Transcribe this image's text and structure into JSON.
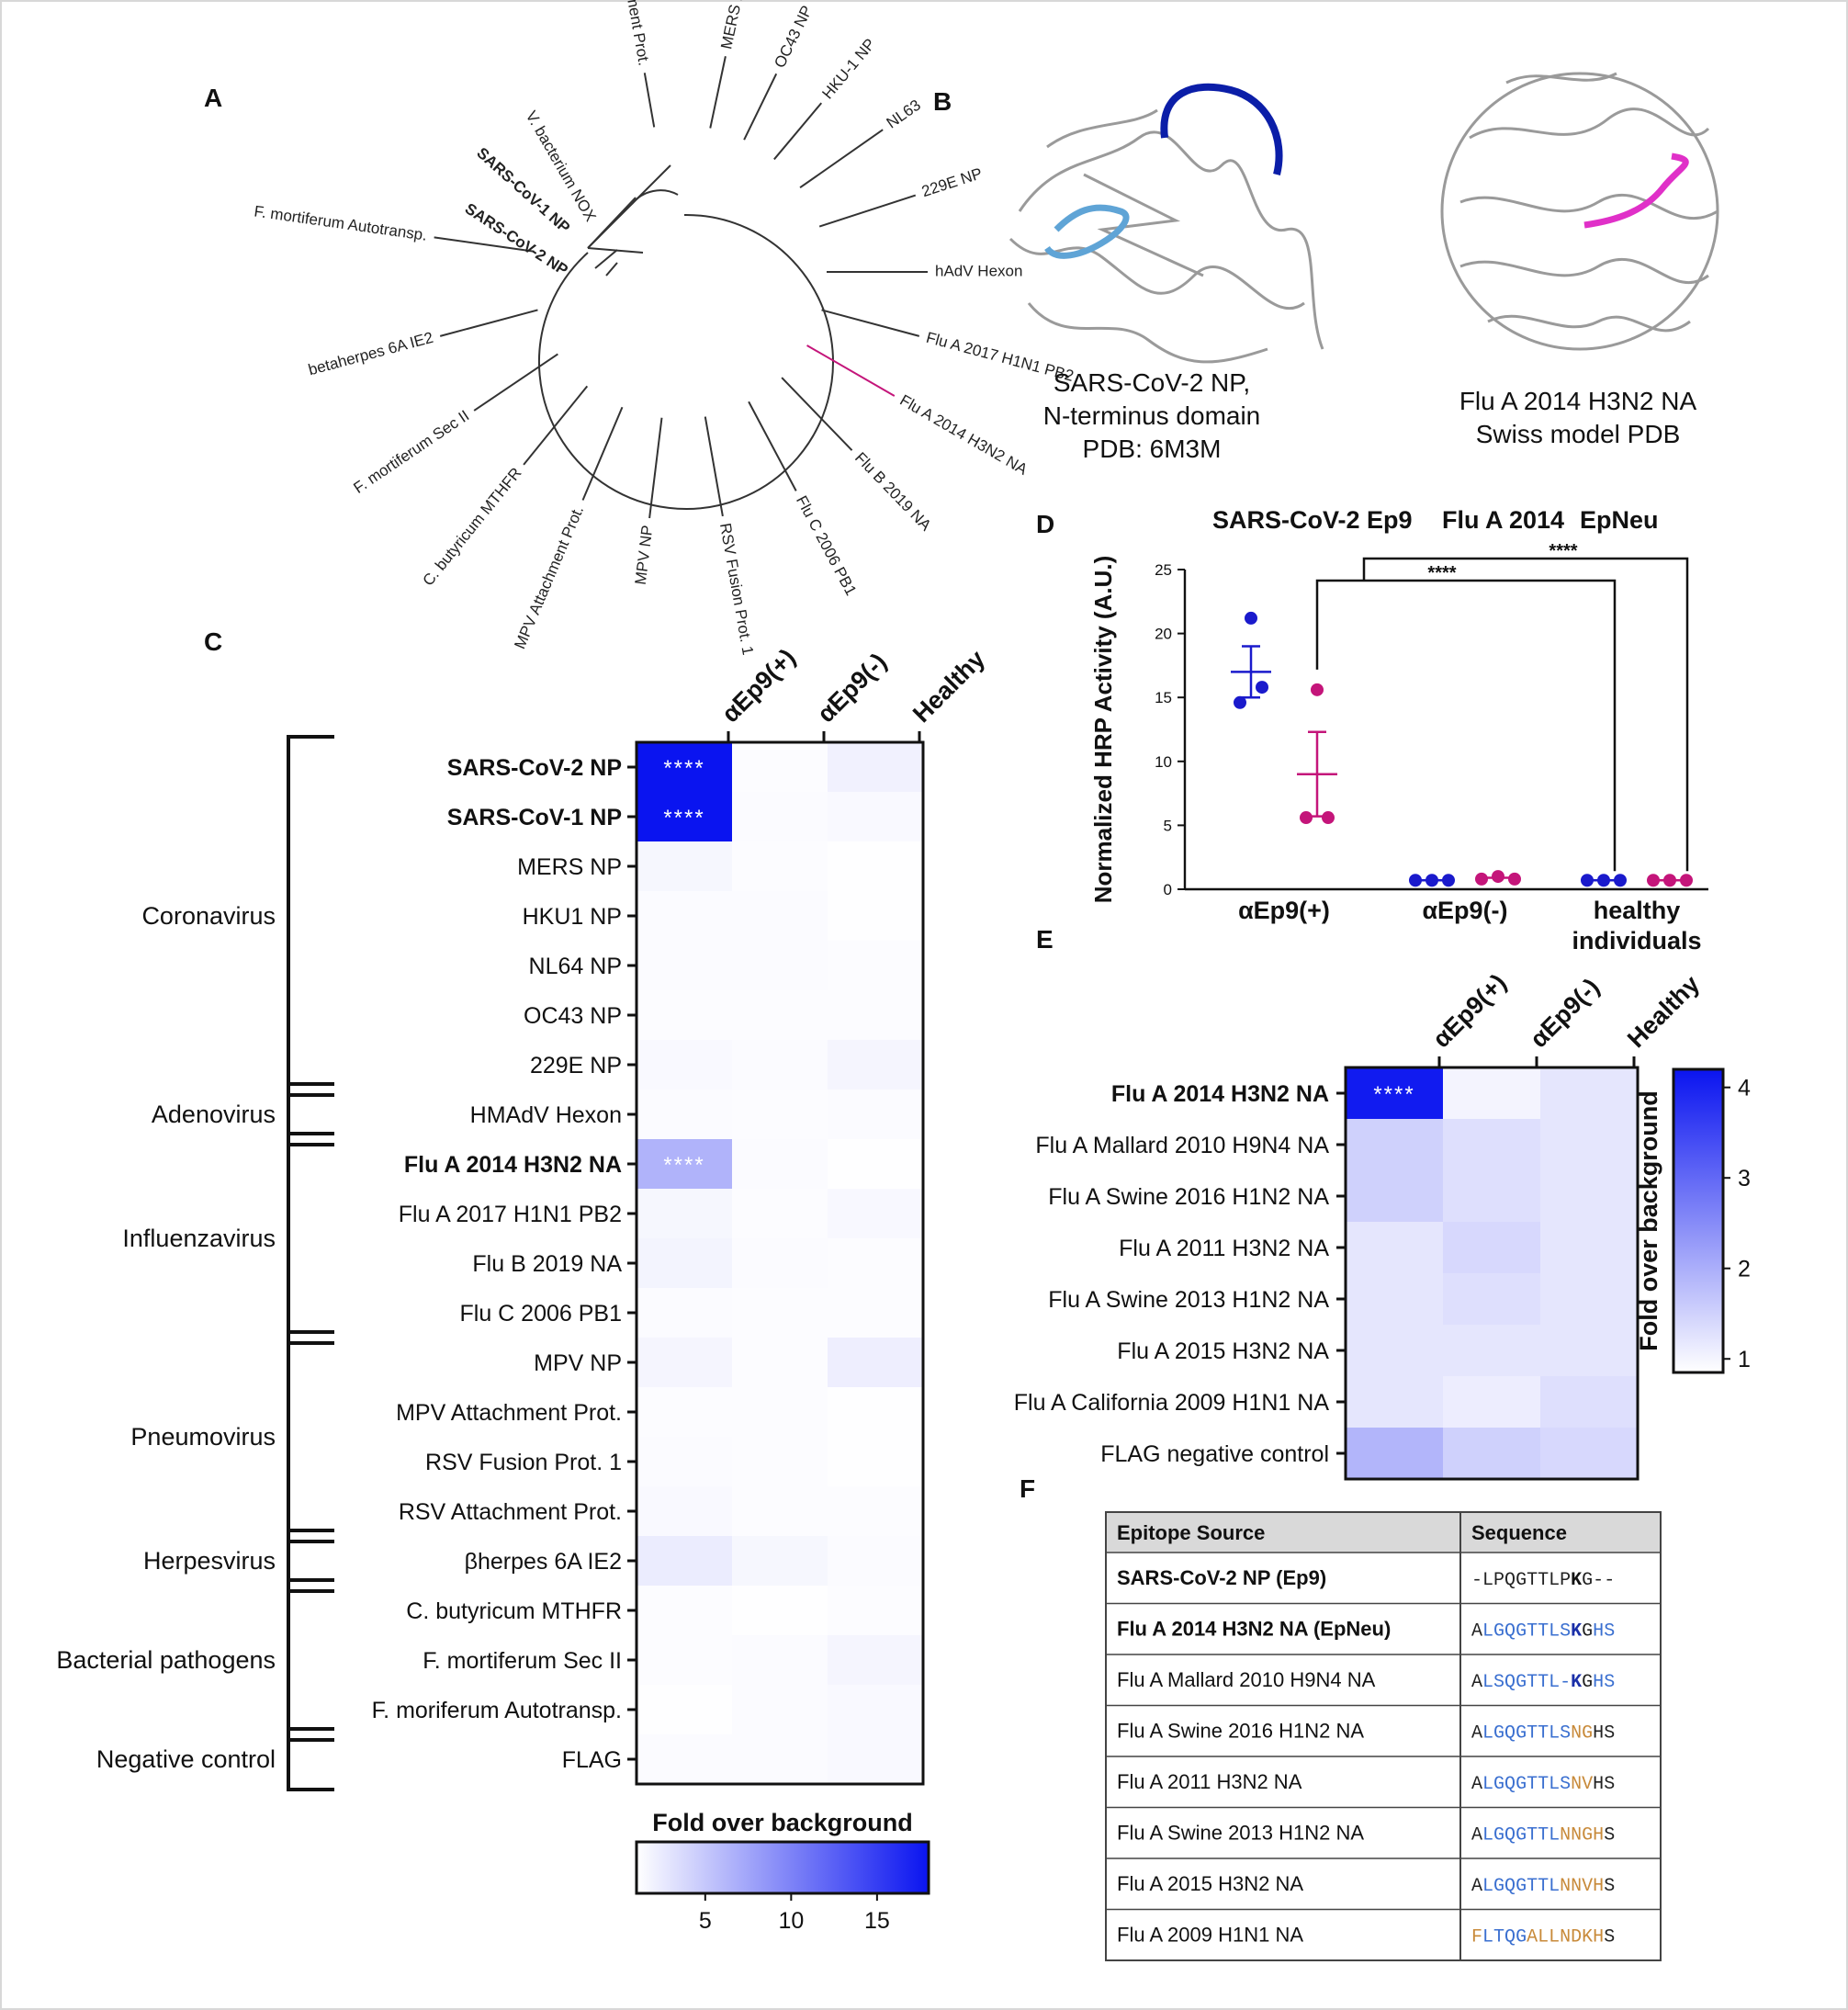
{
  "panels": {
    "a": "A",
    "b": "B",
    "c": "C",
    "d": "D",
    "e": "E",
    "f": "F"
  },
  "colors": {
    "sars2": "#1a1acc",
    "sars1": "#2b8a2b",
    "flu2014": "#c4157a",
    "heat_max": "#0a14f0",
    "heat_min": "#ffffff",
    "ep_blue": "#3a6fd0",
    "ep_orange": "#c88a3a"
  },
  "tree": {
    "labels": {
      "rsv_att": "RSV Attachment Prot.",
      "mers": "MERS NP",
      "oc43": "OC43 NP",
      "hku1": "HKU-1 NP",
      "nl63": "NL63",
      "e229": "229E NP",
      "hadv": "hAdV Hexon",
      "fluA2017": "Flu A 2017 H1N1 PB2",
      "fluA2014": "Flu A 2014 H3N2 NA",
      "fluB": "Flu B 2019 NA",
      "fluC": "Flu C 2006 PB1",
      "rsv_fus": "RSV Fusion Prot. 1",
      "mpv_np": "MPV NP",
      "mpv_att": "MPV Attachment Prot.",
      "cbut": "C. butyricum MTHFR",
      "fmort_sec": "F. mortiferum Sec II",
      "betaherpes": "betaherpes 6A IE2",
      "fmort_auto": "F. mortiferum Autotransp.",
      "sars2": "SARS-CoV-2 NP",
      "sars1": "SARS-CoV-1 NP",
      "vbact": "V. bacterium NOX"
    }
  },
  "structures": {
    "left_caption": [
      "SARS-CoV-2 NP,",
      "N-terminus domain",
      "PDB: 6M3M"
    ],
    "right_caption": [
      "Flu A 2014 H3N2 NA",
      "Swiss model PDB"
    ]
  },
  "chart_data": [
    {
      "panel": "C",
      "type": "heatmap",
      "columns": [
        "αEp9(+)",
        "αEp9(-)",
        "Healthy"
      ],
      "rows": [
        "SARS-CoV-2 NP",
        "SARS-CoV-1 NP",
        "MERS NP",
        "HKU1 NP",
        "NL64 NP",
        "OC43 NP",
        "229E NP",
        "HMAdV Hexon",
        "Flu A 2014 H3N2 NA",
        "Flu A 2017 H1N1 PB2",
        "Flu B 2019 NA",
        "Flu C 2006 PB1",
        "MPV NP",
        "MPV Attachment Prot.",
        "RSV Fusion Prot. 1",
        "RSV Attachment Prot.",
        "βherpes 6A IE2",
        "C. butyricum MTHFR",
        "F. mortiferum Sec II",
        "F. moriferum Autotransp.",
        "FLAG"
      ],
      "values": [
        [
          18,
          1.2,
          2.0
        ],
        [
          18,
          1.3,
          1.4
        ],
        [
          1.6,
          1.2,
          1.1
        ],
        [
          1.3,
          1.3,
          1.1
        ],
        [
          1.3,
          1.3,
          1.2
        ],
        [
          1.2,
          1.2,
          1.2
        ],
        [
          1.4,
          1.3,
          1.7
        ],
        [
          1.3,
          1.2,
          1.3
        ],
        [
          6.5,
          1.3,
          1.1
        ],
        [
          1.6,
          1.2,
          1.5
        ],
        [
          1.8,
          1.3,
          1.2
        ],
        [
          1.3,
          1.2,
          1.2
        ],
        [
          1.7,
          1.2,
          2.2
        ],
        [
          1.2,
          1.2,
          1.1
        ],
        [
          1.3,
          1.2,
          1.1
        ],
        [
          1.4,
          1.2,
          1.2
        ],
        [
          2.4,
          1.6,
          1.3
        ],
        [
          1.2,
          1.1,
          1.2
        ],
        [
          1.2,
          1.3,
          1.7
        ],
        [
          1.1,
          1.3,
          1.4
        ],
        [
          1.3,
          1.3,
          1.4
        ]
      ],
      "significance": [
        "****",
        "****",
        "",
        "",
        "",
        "",
        "",
        "",
        "****",
        "",
        "",
        "",
        "",
        "",
        "",
        "",
        "",
        "",
        "",
        "",
        ""
      ],
      "groups": [
        "Coronavirus",
        "Adenovirus",
        "Influenzavirus",
        "Pneumovirus",
        "Herpesvirus",
        "Bacterial pathogens",
        "Negative control"
      ],
      "colorbar": {
        "title": "Fold over background",
        "ticks": [
          "5",
          "10",
          "15"
        ],
        "range": [
          1,
          18
        ]
      }
    },
    {
      "panel": "D",
      "type": "scatter",
      "legend": [
        {
          "name": "SARS-CoV-2 Ep9",
          "color": "#1a1acc"
        },
        {
          "name": "Flu A 2014",
          "color": "#c4157a"
        },
        {
          "name": "EpNeu",
          "color": "#c4157a"
        }
      ],
      "ylabel": "Normalized HRP Activity (A.U.)",
      "ylim": [
        0,
        25
      ],
      "yticks": [
        "0",
        "5",
        "10",
        "15",
        "20",
        "25"
      ],
      "categories": [
        "αEp9(+)",
        "αEp9(-)",
        "healthy individuals"
      ],
      "series": [
        {
          "name": "SARS-CoV-2 Ep9",
          "points": [
            [
              21.2,
              14.6,
              15.8
            ],
            [
              0.7,
              0.7,
              0.7
            ],
            [
              0.7,
              0.7,
              0.7
            ]
          ],
          "mean": [
            17.0,
            0.7,
            0.7
          ],
          "sem": [
            2.0,
            0.05,
            0.05
          ]
        },
        {
          "name": "Flu A 2014 EpNeu",
          "points": [
            [
              15.6,
              5.6,
              5.6
            ],
            [
              0.8,
              1.0,
              0.8
            ],
            [
              0.7,
              0.7,
              0.7
            ]
          ],
          "mean": [
            9.0,
            0.9,
            0.7
          ],
          "sem": [
            3.3,
            0.1,
            0.05
          ]
        }
      ],
      "significance": [
        "****",
        "****"
      ]
    },
    {
      "panel": "E",
      "type": "heatmap",
      "columns": [
        "αEp9(+)",
        "αEp9(-)",
        "Healthy"
      ],
      "rows": [
        "Flu A 2014 H3N2 NA",
        "Flu A Mallard 2010 H9N4 NA",
        "Flu A Swine 2016 H1N2 NA",
        "Flu A 2011 H3N2 NA",
        "Flu A Swine 2013 H1N2 NA",
        "Flu A 2015 H3N2 NA",
        "Flu A California 2009 H1N1 NA",
        "FLAG negative control"
      ],
      "values": [
        [
          4.1,
          1.0,
          1.2
        ],
        [
          1.5,
          1.3,
          1.2
        ],
        [
          1.5,
          1.3,
          1.2
        ],
        [
          1.2,
          1.4,
          1.2
        ],
        [
          1.2,
          1.3,
          1.2
        ],
        [
          1.2,
          1.2,
          1.2
        ],
        [
          1.2,
          1.1,
          1.3
        ],
        [
          1.9,
          1.5,
          1.4
        ]
      ],
      "significance": [
        "****",
        "",
        "",
        "",
        "",
        "",
        "",
        ""
      ],
      "colorbar": {
        "title": "Fold over background",
        "ticks": [
          "1",
          "2",
          "3",
          "4"
        ],
        "range": [
          0.85,
          4.2
        ]
      }
    },
    {
      "panel": "F",
      "type": "table",
      "headers": [
        "Epitope Source",
        "Sequence"
      ],
      "rows": [
        {
          "source": "SARS-CoV-2 NP (Ep9)",
          "seq": "-LPQGTTLPKG--",
          "style": "sars2"
        },
        {
          "source": "Flu A 2014 H3N2 NA (EpNeu)",
          "seq": "ALGQGTTLSKGHS",
          "style": "flu"
        },
        {
          "source": "Flu A Mallard 2010 H9N4 NA",
          "seq": "ALSQGTTL-KGHS",
          "style": "plain"
        },
        {
          "source": "Flu A Swine 2016 H1N2 NA",
          "seq": "ALGQGTTLSNGHS",
          "style": "plain"
        },
        {
          "source": "Flu A 2011 H3N2 NA",
          "seq": "ALGQGTTLSNVHS",
          "style": "plain"
        },
        {
          "source": "Flu A Swine 2013 H1N2 NA",
          "seq": "ALGQGTTLNNGHS",
          "style": "plain"
        },
        {
          "source": "Flu A 2015 H3N2 NA",
          "seq": "ALGQGTTLNNVHS",
          "style": "plain"
        },
        {
          "source": "Flu A 2009 H1N1 NA",
          "seq": "FLTQGALLNDKHS",
          "style": "plain"
        }
      ],
      "seq_colors": [
        "kkkkkkkkkbkkk",
        "kbbbbbbbbkkbb",
        "kbbbbbbbbkkbb",
        "kbbbbbbbbookk",
        "kbbbbbbbbookk",
        "kbbbbbbbooookk",
        "kbbbbbbbooookk",
        "obbbboooooookk"
      ]
    }
  ]
}
